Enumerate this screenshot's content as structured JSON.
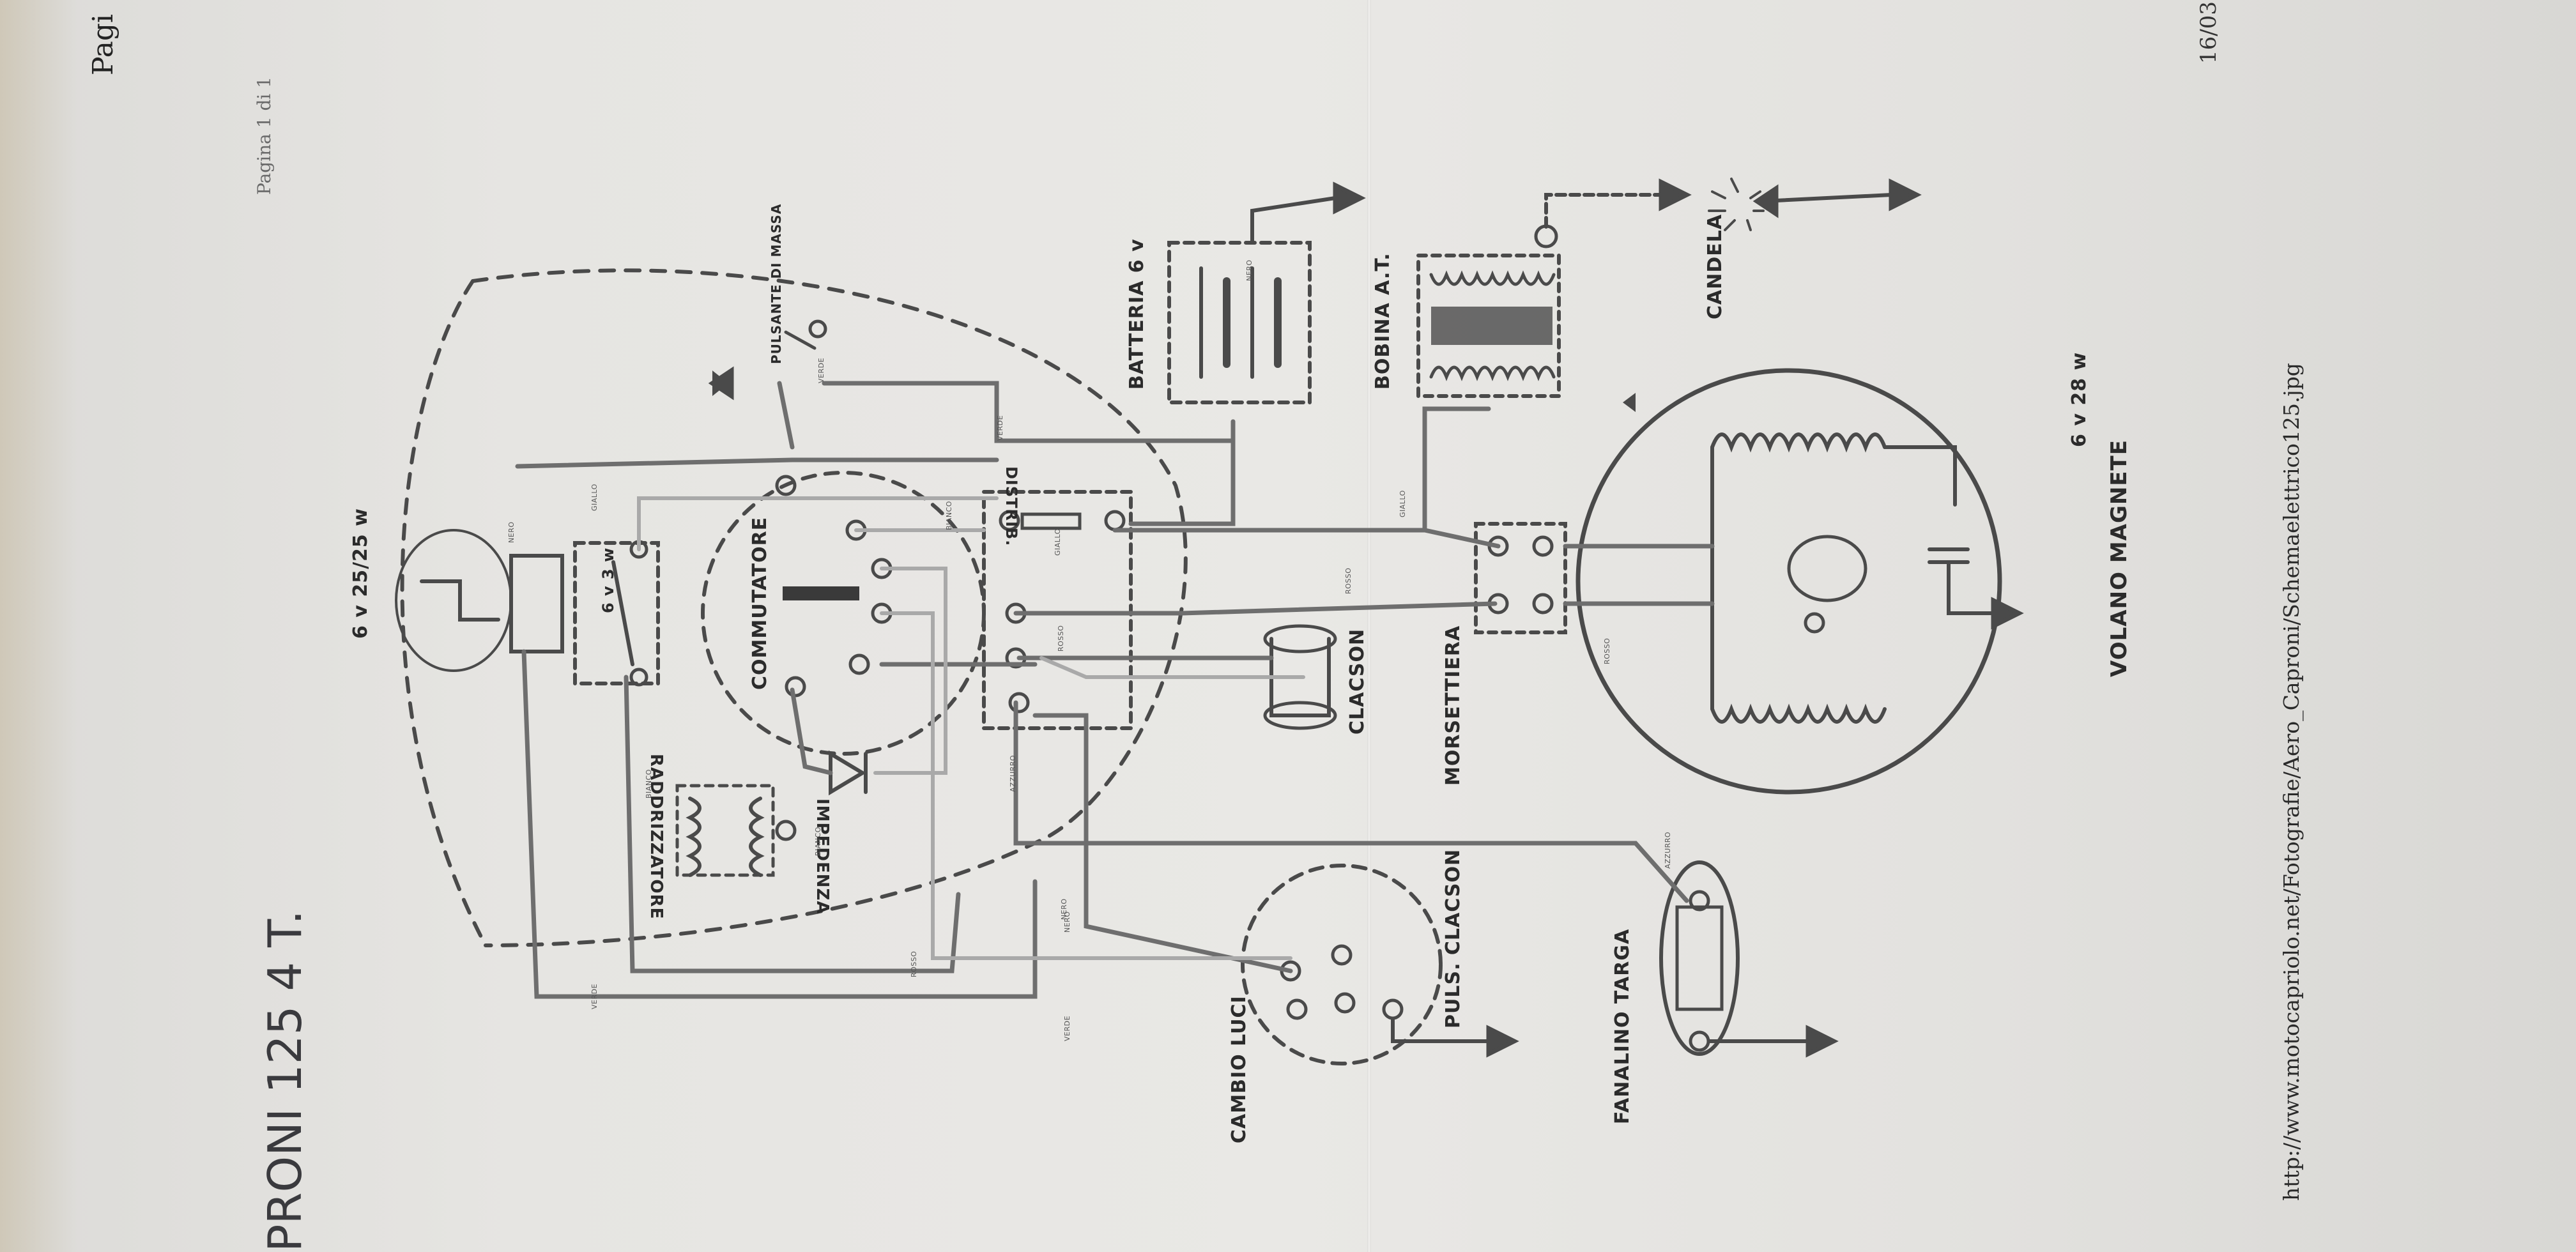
{
  "page": {
    "title": "PRONI 125 4 T.",
    "page_number": "Pagina 1 di 1",
    "corner_label": "Pagi",
    "date": "16/03",
    "url": "http://www.motocapriolo.net/Fotografie/Aero_Caproni/Schemaelettrico125.jpg"
  },
  "components": {
    "lampada": "6 v 25/25 w",
    "lampadina_spia": "6 v 3 w",
    "commutatore": "COMMUTATORE",
    "raddrizzatore": "RADDRIZZATORE",
    "impedenza": "IMPEDENZA",
    "pulsante_massa": "PULSANTE DI MASSA",
    "batteria": "BATTERIA 6 v",
    "bobina": "BOBINA A.T.",
    "candela": "CANDELA",
    "distributore": "DISTRIB.",
    "claxon": "CLACSON",
    "morsettiera": "MORSETTIERA",
    "volano_magnete": "VOLANO MAGNETE",
    "volano_spec": "6 v 28 w",
    "cambio_luci": "CAMBIO LUCI",
    "pulsante_claxon": "PULS. CLACSON",
    "fanalino_targa": "FANALINO TARGA"
  },
  "wire_labels": [
    "NERO",
    "NERO",
    "VERDE",
    "VERDE",
    "GIALLO",
    "GIALLO",
    "BIANCO",
    "BIANCO",
    "ROSSO",
    "ROSSO",
    "ROSSO",
    "AZZURRO",
    "AZZURRO",
    "NERO",
    "VERDE",
    "GIALLO",
    "BIANCO",
    "ROSSO",
    "NERO",
    "VERDE"
  ],
  "colors": {
    "paper": "#e7e6e3",
    "ink": "#4a4a4a",
    "wire": "#6e6e6e",
    "faint_wire": "#a9a9a9"
  }
}
